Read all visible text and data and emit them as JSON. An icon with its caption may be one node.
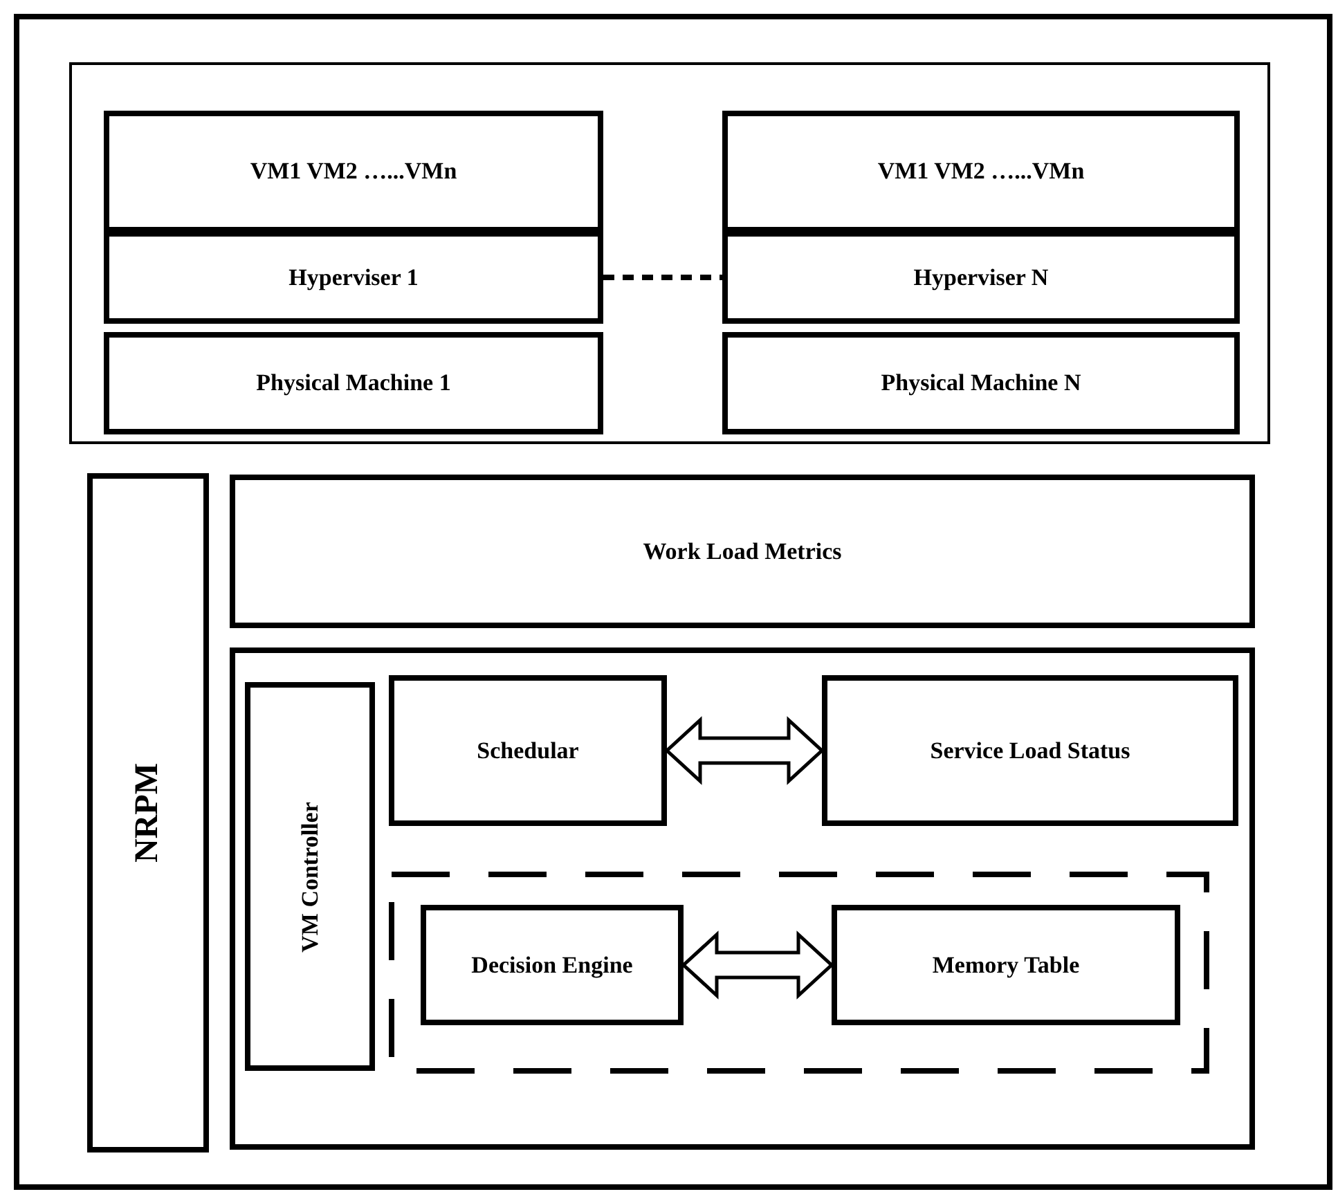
{
  "diagram": {
    "nodes": [
      {
        "text": [],
        "shape": "box"
      },
      {
        "text": [
          "VM1 VM2 …...VMn"
        ],
        "in": 0
      },
      {
        "text": [
          "Hyperviser 1"
        ],
        "in": 0
      },
      {
        "text": [
          "Physical Machine 1"
        ],
        "in": 0
      },
      {
        "text": [
          "VM1 VM2 …...VMn"
        ],
        "in": 0
      },
      {
        "text": [
          "Hyperviser N"
        ],
        "in": 0
      },
      {
        "text": [
          "Physical Machine N"
        ],
        "in": 0
      },
      {
        "text": [
          "NRPM"
        ]
      },
      {
        "text": [
          "Work Load Metrics"
        ]
      },
      {
        "text": [],
        "shape": "box"
      },
      {
        "text": [
          "VM Controller"
        ],
        "in": 9
      },
      {
        "text": [
          "Schedular"
        ],
        "in": 9
      },
      {
        "text": [
          "Service Load Status"
        ],
        "in": 9
      },
      {
        "text": [],
        "shape": "box",
        "in": 9
      },
      {
        "text": [
          "Decision Engine"
        ],
        "in": 13
      },
      {
        "text": [
          "Memory Table"
        ],
        "in": 13
      }
    ],
    "edges": [
      {
        "from": 2,
        "to": 5,
        "arrow": "none",
        "style": "dashed"
      },
      {
        "from": 11,
        "to": 12,
        "arrow": "both",
        "style": "thick"
      },
      {
        "from": 14,
        "to": 15,
        "arrow": "both",
        "style": "thick"
      }
    ]
  }
}
